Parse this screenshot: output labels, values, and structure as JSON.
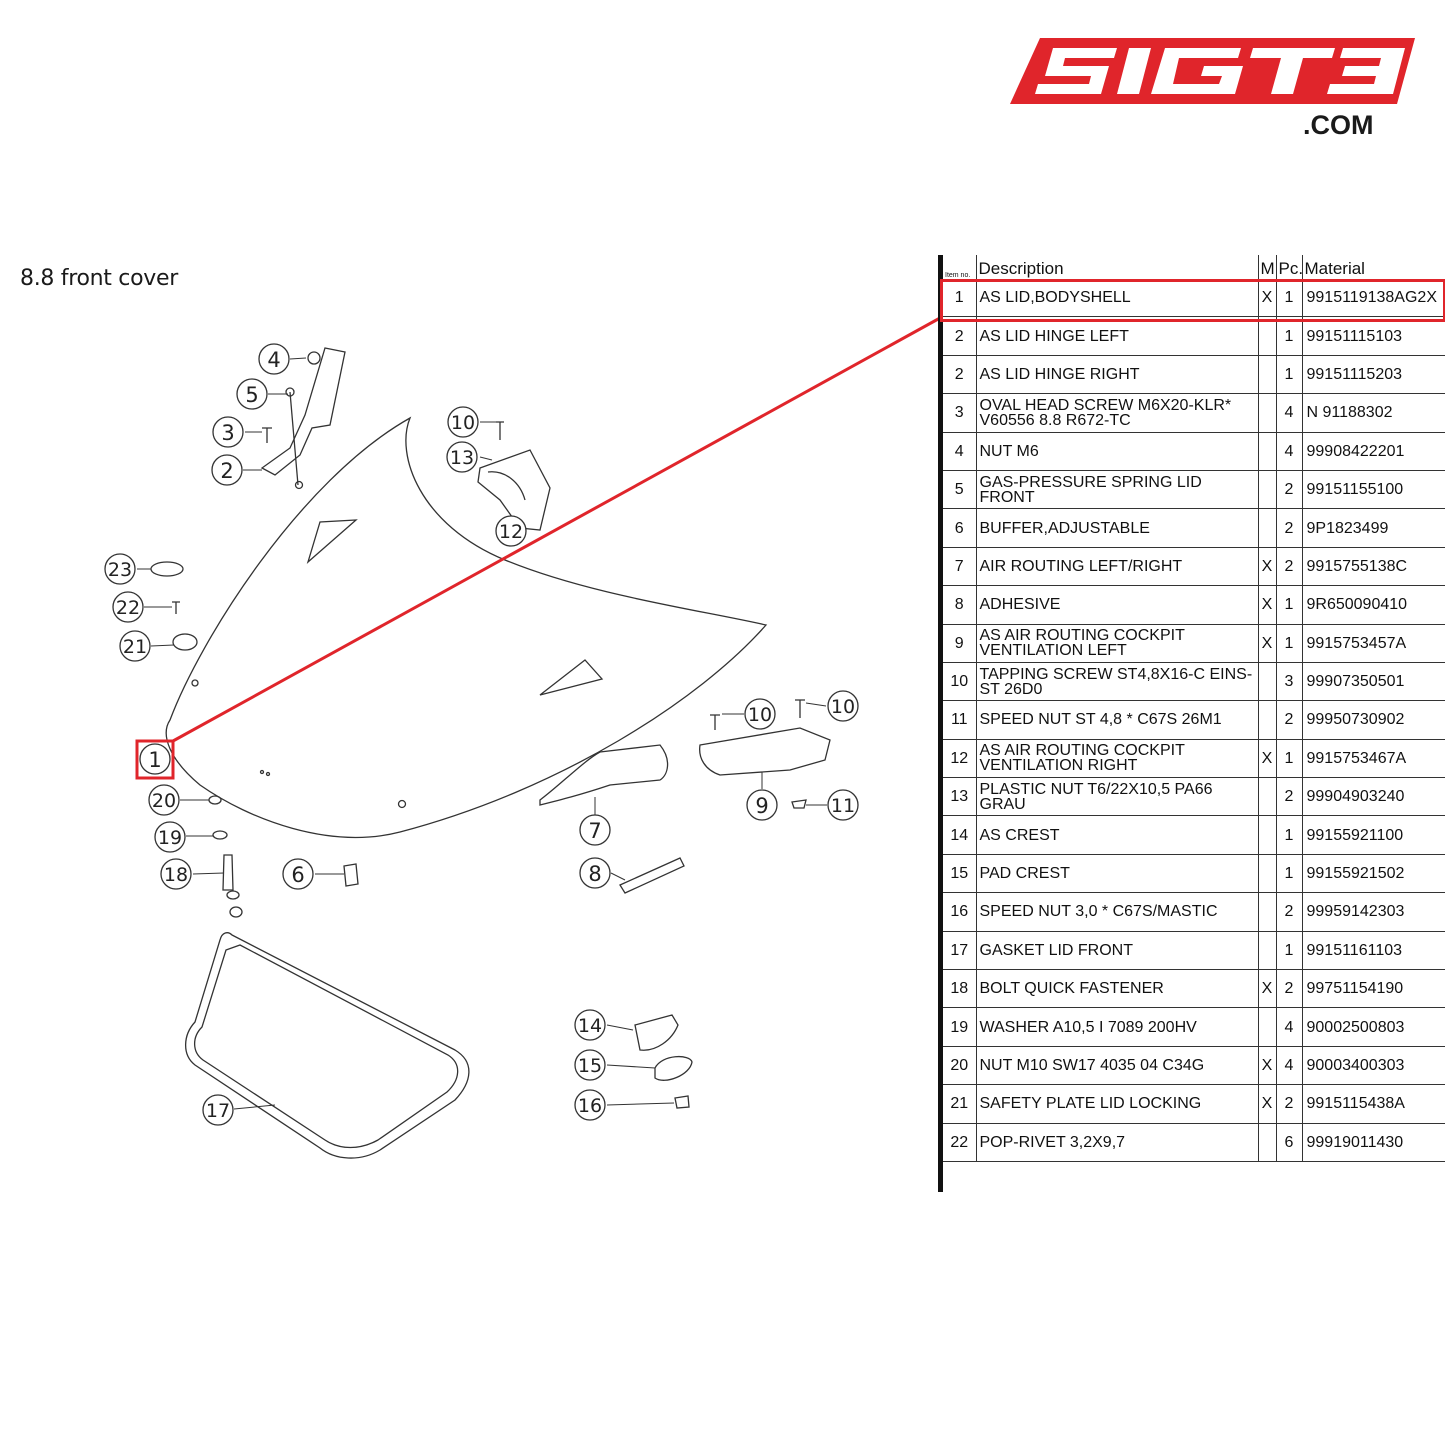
{
  "logo": {
    "brand": "SIGT3",
    "domain": ".COM",
    "color": "#e0252b"
  },
  "section": {
    "number": "8.8",
    "title": "front cover",
    "label": "8.8  front cover"
  },
  "highlight": {
    "item": "1",
    "color": "#e0252b"
  },
  "callouts": [
    "1",
    "2",
    "3",
    "4",
    "5",
    "6",
    "7",
    "8",
    "9",
    "10",
    "10",
    "10",
    "11",
    "12",
    "13",
    "14",
    "15",
    "16",
    "17",
    "18",
    "19",
    "20",
    "21",
    "22",
    "23"
  ],
  "table": {
    "headers": {
      "item": "Item no.",
      "description": "Description",
      "m": "M",
      "pc": "Pc.",
      "material": "Material"
    },
    "rows": [
      {
        "item": "1",
        "description": "AS LID,BODYSHELL",
        "m": "X",
        "pc": "1",
        "material": "9915119138AG2X"
      },
      {
        "item": "2",
        "description": "AS LID HINGE LEFT",
        "m": "",
        "pc": "1",
        "material": "99151115103"
      },
      {
        "item": "2",
        "description": "AS LID HINGE RIGHT",
        "m": "",
        "pc": "1",
        "material": "99151115203"
      },
      {
        "item": "3",
        "description": "OVAL HEAD SCREW M6X20-KLR* V60556 8.8 R672-TC",
        "m": "",
        "pc": "4",
        "material": "N  91188302"
      },
      {
        "item": "4",
        "description": "NUT M6",
        "m": "",
        "pc": "4",
        "material": "99908422201"
      },
      {
        "item": "5",
        "description": "GAS-PRESSURE SPRING LID FRONT",
        "m": "",
        "pc": "2",
        "material": "99151155100"
      },
      {
        "item": "6",
        "description": "BUFFER,ADJUSTABLE",
        "m": "",
        "pc": "2",
        "material": "9P1823499"
      },
      {
        "item": "7",
        "description": "AIR ROUTING LEFT/RIGHT",
        "m": "X",
        "pc": "2",
        "material": "9915755138C"
      },
      {
        "item": "8",
        "description": "ADHESIVE",
        "m": "X",
        "pc": "1",
        "material": "9R650090410"
      },
      {
        "item": "9",
        "description": "AS AIR ROUTING COCKPIT VENTILATION LEFT",
        "m": "X",
        "pc": "1",
        "material": "9915753457A"
      },
      {
        "item": "10",
        "description": "TAPPING SCREW ST4,8X16-C EINS-ST 26D0",
        "m": "",
        "pc": "3",
        "material": "99907350501"
      },
      {
        "item": "11",
        "description": "SPEED NUT ST 4,8 * C67S 26M1",
        "m": "",
        "pc": "2",
        "material": "99950730902"
      },
      {
        "item": "12",
        "description": "AS AIR ROUTING COCKPIT VENTILATION RIGHT",
        "m": "X",
        "pc": "1",
        "material": "9915753467A"
      },
      {
        "item": "13",
        "description": "PLASTIC NUT T6/22X10,5 PA66 GRAU",
        "m": "",
        "pc": "2",
        "material": "99904903240"
      },
      {
        "item": "14",
        "description": "AS CREST",
        "m": "",
        "pc": "1",
        "material": "99155921100"
      },
      {
        "item": "15",
        "description": "PAD CREST",
        "m": "",
        "pc": "1",
        "material": "99155921502"
      },
      {
        "item": "16",
        "description": "SPEED NUT 3,0 * C67S/MASTIC",
        "m": "",
        "pc": "2",
        "material": "99959142303"
      },
      {
        "item": "17",
        "description": "GASKET LID FRONT",
        "m": "",
        "pc": "1",
        "material": "99151161103"
      },
      {
        "item": "18",
        "description": "BOLT QUICK FASTENER",
        "m": "X",
        "pc": "2",
        "material": "99751154190"
      },
      {
        "item": "19",
        "description": "WASHER A10,5 I 7089 200HV",
        "m": "",
        "pc": "4",
        "material": "90002500803"
      },
      {
        "item": "20",
        "description": "NUT M10 SW17 4035 04 C34G",
        "m": "X",
        "pc": "4",
        "material": "90003400303"
      },
      {
        "item": "21",
        "description": "SAFETY PLATE LID LOCKING",
        "m": "X",
        "pc": "2",
        "material": "9915115438A"
      },
      {
        "item": "22",
        "description": "POP-RIVET 3,2X9,7",
        "m": "",
        "pc": "6",
        "material": "99919011430"
      }
    ]
  }
}
